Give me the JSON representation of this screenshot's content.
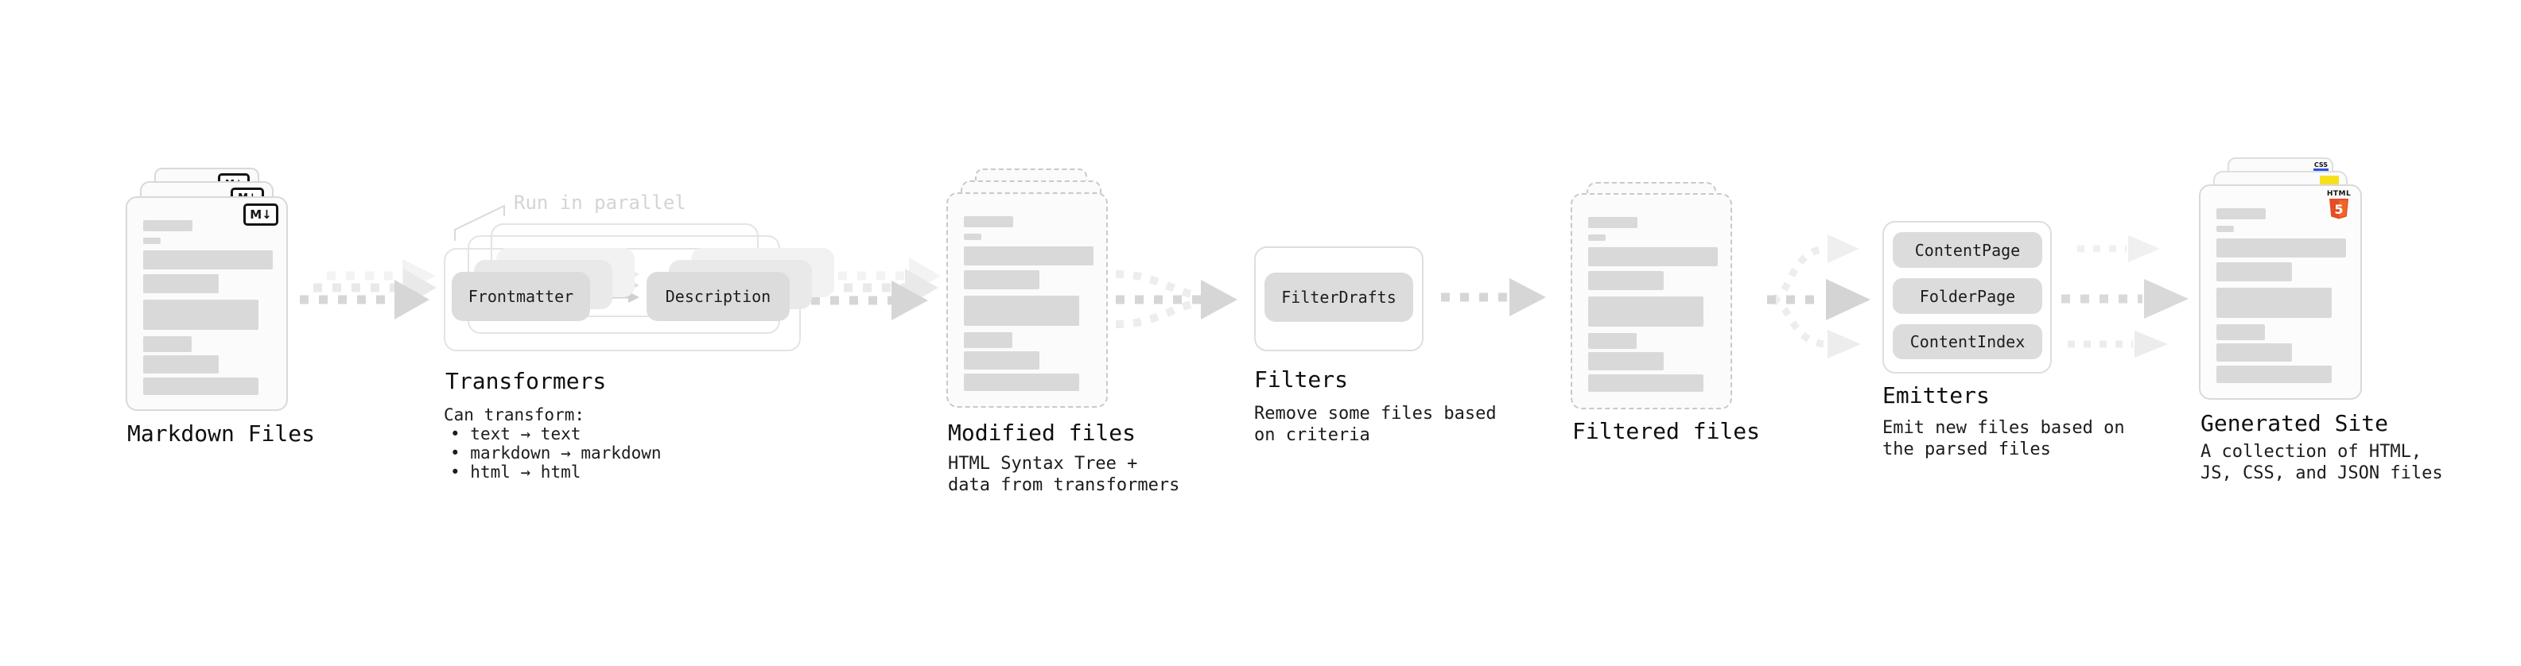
{
  "stages": {
    "markdown": {
      "title": "Markdown Files",
      "badge": "M↓"
    },
    "transformers": {
      "title": "Transformers",
      "annotation": "Run in parallel",
      "pills": [
        "Frontmatter",
        "Description"
      ],
      "desc_heading": "Can transform:",
      "bullets": [
        "text → text",
        "markdown → markdown",
        "html → html"
      ]
    },
    "modified": {
      "title": "Modified files",
      "subtitle": "HTML Syntax Tree +\ndata from transformers"
    },
    "filters": {
      "title": "Filters",
      "pill": "FilterDrafts",
      "subtitle": "Remove some files based\non criteria"
    },
    "filtered": {
      "title": "Filtered files"
    },
    "emitters": {
      "title": "Emitters",
      "pills": [
        "ContentPage",
        "FolderPage",
        "ContentIndex"
      ],
      "subtitle": "Emit new files based on\nthe parsed files"
    },
    "generated": {
      "title": "Generated Site",
      "subtitle": "A collection of HTML,\nJS, CSS, and JSON files",
      "badges": {
        "css": "CSS",
        "html_label": "HTML",
        "html_number": "5"
      }
    }
  },
  "colors": {
    "card_border": "#d9d9d9",
    "dashed_border": "#c9c9c9",
    "bar": "#d9d9d9",
    "pill": "#dcdcdc",
    "arrow_main": "#d6d6d6",
    "arrow_ghost1": "#e9e9e9",
    "arrow_ghost2": "#f3f3f3",
    "annotation_gray": "#d4d4d4",
    "js_yellow": "#f7df1e",
    "css_blue": "#2d53e5",
    "html5_orange": "#e44d26",
    "html5_orange_light": "#f16529"
  },
  "file_bars": [
    {
      "t": 28,
      "w": 62,
      "h": 14
    },
    {
      "t": 50,
      "w": 22,
      "h": 8
    },
    {
      "t": 66,
      "w": 163,
      "h": 24
    },
    {
      "t": 96,
      "w": 95,
      "h": 24
    },
    {
      "t": 128,
      "w": 145,
      "h": 38
    },
    {
      "t": 174,
      "w": 61,
      "h": 20
    },
    {
      "t": 198,
      "w": 95,
      "h": 23
    },
    {
      "t": 226,
      "w": 145,
      "h": 22
    }
  ]
}
